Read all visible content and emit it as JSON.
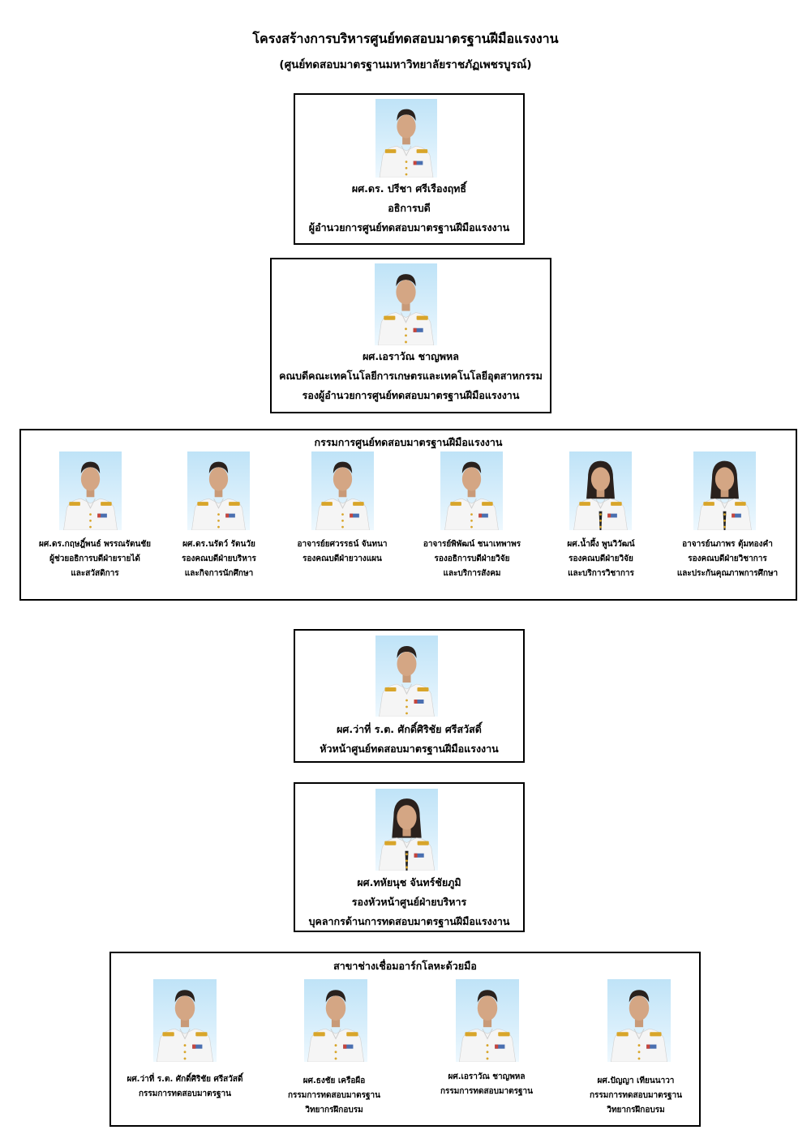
{
  "header": {
    "title": "โครงสร้างการบริหารศูนย์ทดสอบมาตรฐานฝีมือแรงงาน",
    "subtitle": "(ศูนย์ทดสอบมาตรฐานมหาวิทยาลัยราชภัฏเพชรบูรณ์)"
  },
  "president": {
    "name": "ผศ.ดร. ปรีชา ศรีเรืองฤทธิ์",
    "position": "อธิการบดี",
    "role": "ผู้อำนวยการศูนย์ทดสอบมาตรฐานฝีมือแรงงาน"
  },
  "deputy_director": {
    "name": "ผศ.เอราวัณ ชาญพหล",
    "position": "คณบดีคณะเทคโนโลยีการเกษตรและเทคโนโลยีอุตสาหกรรม",
    "role": "รองผู้อำนวยการศูนย์ทดสอบมาตรฐานฝีมือแรงงาน"
  },
  "committee": {
    "title": "กรรมการศูนย์ทดสอบมาตรฐานฝีมือแรงงาน",
    "members": [
      {
        "name": "ผศ.ดร.กฤษฎิ์พนธ์ พรรณรัตนชัย",
        "line2": "ผู้ช่วยอธิการบดีฝ่ายรายได้",
        "line3": "และสวัสดิการ"
      },
      {
        "name": "ผศ.ดร.นรัตว์ รัตนวัย",
        "line2": "รองคณบดีฝ่ายบริหาร",
        "line3": "และกิจการนักศึกษา"
      },
      {
        "name": "อาจารย์ยศวรรธน์ จันทนา",
        "line2": "รองคณบดีฝ่ายวางแผน",
        "line3": ""
      },
      {
        "name": "อาจารย์พิพัฒน์ ชนาเทพาพร",
        "line2": "รองอธิการบดีฝ่ายวิจัย",
        "line3": "และบริการสังคม"
      },
      {
        "name": "ผศ.น้ำผึ้ง พูนวิวัฒน์",
        "line2": "รองคณบดีฝ่ายวิจัย",
        "line3": "และบริการวิชาการ"
      },
      {
        "name": "อาจารย์นภาพร ตุ้มทองคำ",
        "line2": "รองคณบดีฝ่ายวิชาการ",
        "line3": "และประกันคุณภาพการศึกษา"
      }
    ]
  },
  "center_head": {
    "name": "ผศ.ว่าที่ ร.ต. ศักดิ์ศิริชัย ศรีสวัสดิ์",
    "role": "หัวหน้าศูนย์ทดสอบมาตรฐานฝีมือแรงงาน"
  },
  "deputy_head": {
    "name": "ผศ.ทหัยนุช จันทร์ชัยภูมิ",
    "position": "รองหัวหน้าศูนย์ฝ่ายบริหาร",
    "role": "บุคลากรด้านการทดสอบมาตรฐานฝีมือแรงงาน"
  },
  "welding": {
    "title": "สาขาช่างเชื่อมอาร์กโลหะด้วยมือ",
    "members": [
      {
        "name": "ผศ.ว่าที่ ร.ต. ศักดิ์ศิริชัย ศรีสวัสดิ์",
        "line2": "กรรมการทดสอบมาตรฐาน",
        "line3": ""
      },
      {
        "name": "ผศ.ธงชัย เครือผือ",
        "line2": "กรรมการทดสอบมาตรฐาน",
        "line3": "วิทยากรฝึกอบรม"
      },
      {
        "name": "ผศ.เอราวัณ ชาญพหล",
        "line2": "กรรมการทดสอบมาตรฐาน",
        "line3": ""
      },
      {
        "name": "ผศ.ปัญญา เทียนนาวา",
        "line2": "กรรมการทดสอบมาตรฐาน",
        "line3": "วิทยากรฝึกอบรม"
      }
    ]
  },
  "colors": {
    "photo_background": "#c6e6f8",
    "uniform": "#f5f5f5",
    "insignia_gold": "#d8a52a",
    "border": "#000000"
  }
}
